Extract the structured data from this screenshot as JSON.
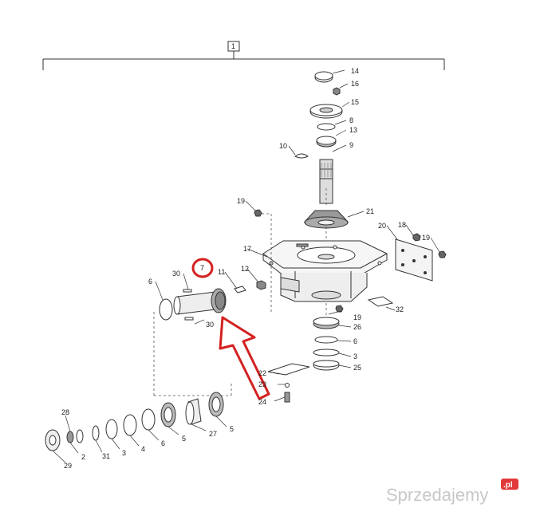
{
  "diagram": {
    "group_number": "1",
    "callouts": {
      "c1": "14",
      "c2": "16",
      "c3": "15",
      "c4": "8",
      "c5": "13",
      "c6": "9",
      "c7": "10",
      "c8": "19",
      "c9": "21",
      "c10": "20",
      "c11": "18",
      "c12": "19",
      "c13": "17",
      "c14": "12",
      "c15": "11",
      "c16": "7",
      "c17": "30",
      "c18": "6",
      "c19": "30",
      "c20": "32",
      "c21": "19",
      "c22": "26",
      "c23": "6",
      "c24": "3",
      "c25": "25",
      "c26": "22",
      "c27": "23",
      "c28": "24",
      "c29": "28",
      "c30": "2",
      "c31": "31",
      "c32": "3",
      "c33": "4",
      "c34": "6",
      "c35": "5",
      "c36": "27",
      "c37": "5",
      "c38": "29"
    },
    "highlight_color": "#d42020",
    "line_color": "#333333"
  },
  "watermark": {
    "text": "Sprzedajemy",
    "badge": ".pl"
  }
}
